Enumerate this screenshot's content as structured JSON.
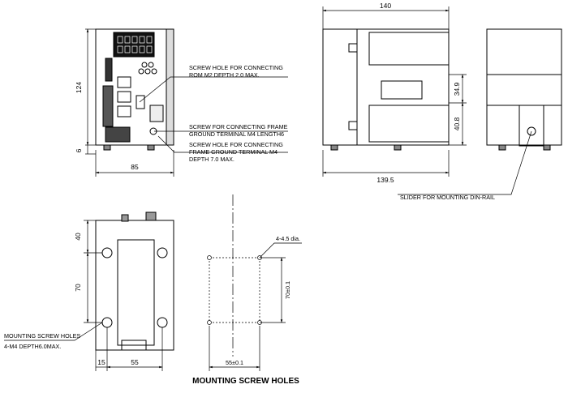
{
  "dimensions": {
    "front_height": "124",
    "front_bottom": "6",
    "front_width": "85",
    "side_width": "140",
    "side_bottom_width": "139.5",
    "side_h1": "34.9",
    "side_h2": "40.8",
    "bottom_top": "40",
    "bottom_70": "70",
    "bottom_15": "15",
    "bottom_55": "55",
    "holes_dia": "4-4.5 dia.",
    "holes_v": "70±0.1",
    "holes_h": "55±0.1"
  },
  "notes": {
    "rom_line1": "SCREW HOLE FOR CONNECTING",
    "rom_line2": "ROM M2 DEPTH 2.0 MAX.",
    "fg1_line1": "SCREW FOR CONNECTING FRAME",
    "fg1_line2": "GROUND TERMINAL M4 LENGTH6",
    "fg2_line1": "SCREW HOLE FOR CONNECTING",
    "fg2_line2": "FRAME GROUND TERMINAL M4",
    "fg2_line3": "DEPTH 7.0 MAX.",
    "slider": "SLIDER FOR MOUNTING DIN-RAIL",
    "mount_line1": "MOUNTING SCREW HOLES",
    "mount_line2": "4-M4 DEPTH6.0MAX."
  },
  "title": "MOUNTING SCREW HOLES"
}
